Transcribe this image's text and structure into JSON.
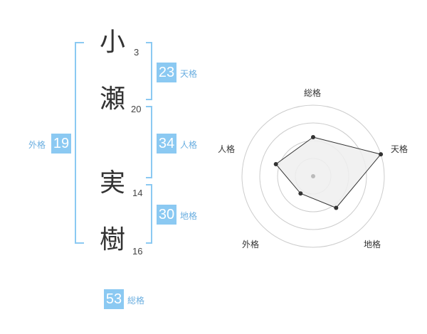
{
  "name": {
    "chars": [
      {
        "char": "小",
        "strokes": "3"
      },
      {
        "char": "瀬",
        "strokes": "20"
      },
      {
        "char": "実",
        "strokes": "14"
      },
      {
        "char": "樹",
        "strokes": "16"
      }
    ]
  },
  "fortunes": {
    "tenkaku": {
      "value": "23",
      "label": "天格"
    },
    "jinkaku": {
      "value": "34",
      "label": "人格"
    },
    "chikaku": {
      "value": "30",
      "label": "地格"
    },
    "gaikaku": {
      "value": "19",
      "label": "外格"
    },
    "soukaku": {
      "value": "53",
      "label": "総格"
    }
  },
  "colors": {
    "accent": "#8bc9f2",
    "bracket": "#8bc9f2",
    "text": "#333333"
  },
  "chart_data": {
    "type": "radar",
    "axes": [
      "総格",
      "天格",
      "地格",
      "外格",
      "人格"
    ],
    "values": [
      0.55,
      1.0,
      0.55,
      0.3,
      0.55
    ],
    "range": [
      0,
      1
    ],
    "rings": 4
  }
}
